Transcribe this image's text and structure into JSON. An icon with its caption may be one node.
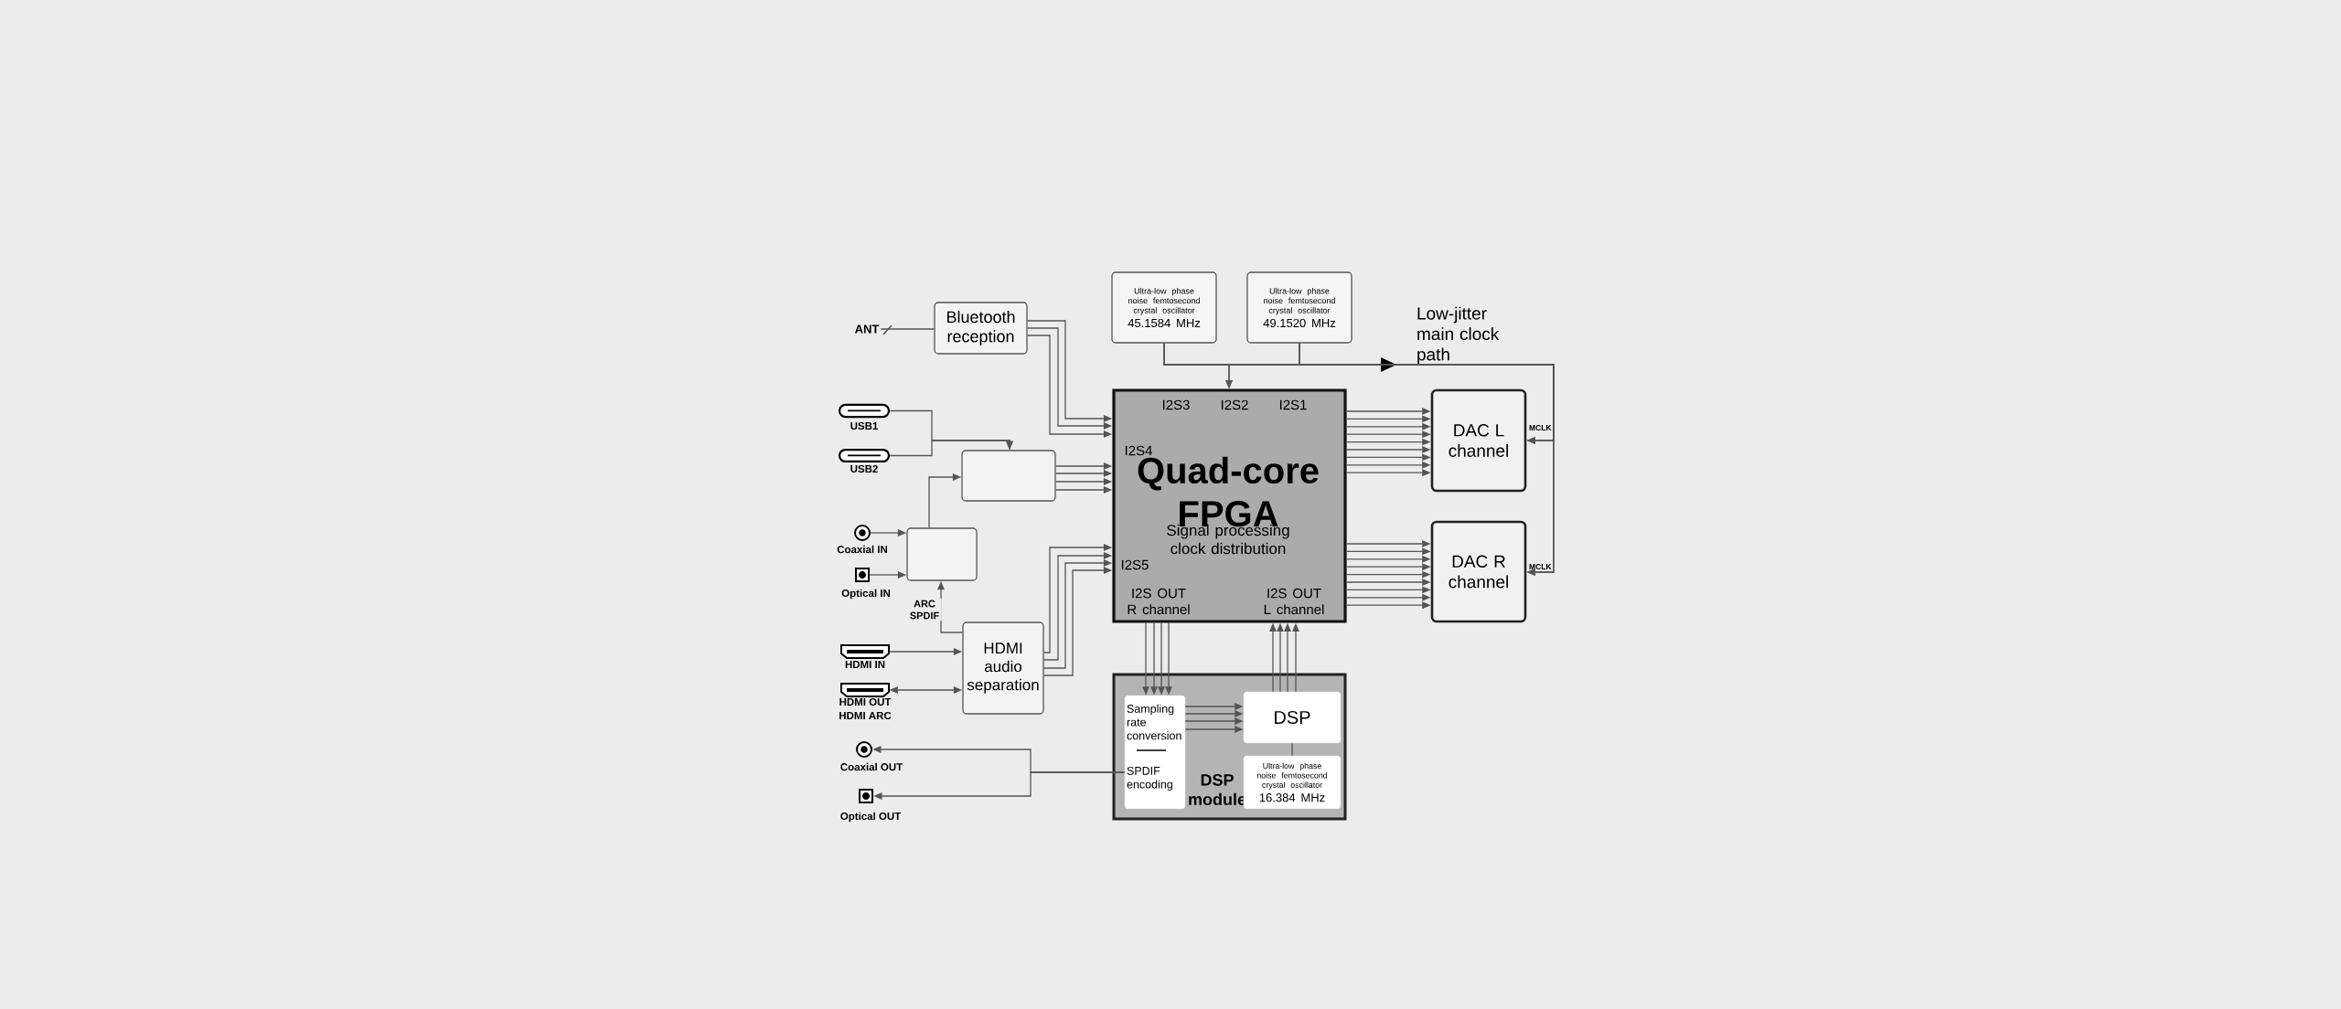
{
  "diagram": {
    "nodes": [
      {
        "text": [
          "ANT"
        ]
      },
      {
        "text": [
          "Bluetooth reception"
        ]
      },
      {
        "text": [
          "Ultra-low phase noise femtosecond crystal oscillator",
          "45.1584 MHz"
        ]
      },
      {
        "text": [
          "Ultra-low phase noise femtosecond crystal oscillator",
          "49.1520 MHz"
        ]
      },
      {
        "text": [],
        "shape": "slot",
        "beside": [
          "USB1"
        ]
      },
      {
        "text": [],
        "shape": "slot",
        "beside": [
          "USB2"
        ]
      },
      {
        "text": [],
        "shape": "box"
      },
      {
        "text": [
          "I2S3",
          "I2S2",
          "I2S1",
          "I2S4",
          "Quad-core FPGA",
          "Signal processing clock distribution",
          "I2S5",
          "I2S OUT R channel",
          "I2S OUT L channel"
        ]
      },
      {
        "text": [
          "DAC L channel"
        ]
      },
      {
        "text": [],
        "shape": "circle",
        "beside": [
          "Coaxial IN"
        ]
      },
      {
        "text": [],
        "shape": "box"
      },
      {
        "text": [],
        "shape": "square",
        "beside": [
          "Optical IN"
        ]
      },
      {
        "text": [
          "DAC R channel"
        ]
      },
      {
        "text": [],
        "shape": "plug",
        "beside": [
          "HDMI IN"
        ]
      },
      {
        "text": [
          "HDMI audio separation"
        ]
      },
      {
        "text": [],
        "shape": "plug",
        "beside": [
          "HDMI OUT",
          "HDMI ARC"
        ]
      },
      {
        "text": [
          "DSP module"
        ]
      },
      {
        "text": [
          "Sampling rate conversion",
          "SPDIF encoding"
        ],
        "in": 16
      },
      {
        "text": [
          "DSP"
        ],
        "in": 16
      },
      {
        "text": [
          "Ultra-low phase noise femtosecond crystal oscillator",
          "16.384 MHz"
        ],
        "in": 16
      },
      {
        "text": [],
        "shape": "circle",
        "beside": [
          "Coaxial OUT"
        ]
      },
      {
        "text": [],
        "shape": "square",
        "beside": [
          "Optical OUT"
        ]
      }
    ],
    "edges": [
      {
        "from": 0,
        "to": 1,
        "arrow": "none"
      },
      {
        "from": 1,
        "to": 7,
        "arrow": "to"
      },
      {
        "from": 1,
        "to": 7,
        "arrow": "to"
      },
      {
        "from": 1,
        "to": 7,
        "arrow": "to"
      },
      {
        "from": 4,
        "to": 6,
        "arrow": "to"
      },
      {
        "from": 5,
        "to": 6,
        "arrow": "to"
      },
      {
        "from": 6,
        "to": 7,
        "arrow": "to"
      },
      {
        "from": 6,
        "to": 7,
        "arrow": "to"
      },
      {
        "from": 6,
        "to": 7,
        "arrow": "to"
      },
      {
        "from": 6,
        "to": 7,
        "arrow": "to"
      },
      {
        "from": 9,
        "to": 10,
        "arrow": "to"
      },
      {
        "from": 11,
        "to": 10,
        "arrow": "to"
      },
      {
        "from": 10,
        "to": 6,
        "arrow": "to"
      },
      {
        "from": 14,
        "to": 10,
        "arrow": "to",
        "label": "ARC SPDIF"
      },
      {
        "from": 14,
        "to": 7,
        "arrow": "to"
      },
      {
        "from": 14,
        "to": 7,
        "arrow": "to"
      },
      {
        "from": 14,
        "to": 7,
        "arrow": "to"
      },
      {
        "from": 14,
        "to": 7,
        "arrow": "to"
      },
      {
        "from": 13,
        "to": 14,
        "arrow": "to"
      },
      {
        "from": 15,
        "to": 14,
        "arrow": "both"
      },
      {
        "from": 2,
        "to": 7,
        "arrow": "to"
      },
      {
        "from": 3,
        "to": 7,
        "arrow": "to"
      },
      {
        "from": 2,
        "to": 8,
        "arrow": "to"
      },
      {
        "from": 3,
        "to": 8,
        "arrow": "to"
      },
      {
        "from": 2,
        "to": 12,
        "arrow": "to"
      },
      {
        "from": 3,
        "to": 12,
        "arrow": "to"
      },
      {
        "from": 7,
        "to": 8,
        "arrow": "to"
      },
      {
        "from": 7,
        "to": 8,
        "arrow": "to"
      },
      {
        "from": 7,
        "to": 8,
        "arrow": "to"
      },
      {
        "from": 7,
        "to": 8,
        "arrow": "to"
      },
      {
        "from": 7,
        "to": 8,
        "arrow": "to"
      },
      {
        "from": 7,
        "to": 8,
        "arrow": "to"
      },
      {
        "from": 7,
        "to": 8,
        "arrow": "to"
      },
      {
        "from": 7,
        "to": 8,
        "arrow": "to"
      },
      {
        "from": 7,
        "to": 8,
        "arrow": "to"
      },
      {
        "from": 7,
        "to": 12,
        "arrow": "to"
      },
      {
        "from": 7,
        "to": 12,
        "arrow": "to"
      },
      {
        "from": 7,
        "to": 12,
        "arrow": "to"
      },
      {
        "from": 7,
        "to": 12,
        "arrow": "to"
      },
      {
        "from": 7,
        "to": 12,
        "arrow": "to"
      },
      {
        "from": 7,
        "to": 12,
        "arrow": "to"
      },
      {
        "from": 7,
        "to": 12,
        "arrow": "to"
      },
      {
        "from": 7,
        "to": 12,
        "arrow": "to"
      },
      {
        "from": 7,
        "to": 12,
        "arrow": "to"
      },
      {
        "from": 7,
        "to": 17,
        "arrow": "to"
      },
      {
        "from": 7,
        "to": 17,
        "arrow": "to"
      },
      {
        "from": 7,
        "to": 17,
        "arrow": "to"
      },
      {
        "from": 7,
        "to": 17,
        "arrow": "to"
      },
      {
        "from": 18,
        "to": 7,
        "arrow": "to"
      },
      {
        "from": 18,
        "to": 7,
        "arrow": "to"
      },
      {
        "from": 18,
        "to": 7,
        "arrow": "to"
      },
      {
        "from": 18,
        "to": 7,
        "arrow": "to"
      },
      {
        "from": 17,
        "to": 18,
        "arrow": "to"
      },
      {
        "from": 17,
        "to": 18,
        "arrow": "to"
      },
      {
        "from": 17,
        "to": 18,
        "arrow": "to"
      },
      {
        "from": 17,
        "to": 18,
        "arrow": "to"
      },
      {
        "from": 18,
        "to": 19,
        "arrow": "none"
      },
      {
        "from": 17,
        "to": 20,
        "arrow": "to"
      },
      {
        "from": 17,
        "to": 21,
        "arrow": "to"
      }
    ],
    "labels": [
      "Low-jitter main clock path",
      "MCLK",
      "MCLK"
    ]
  }
}
